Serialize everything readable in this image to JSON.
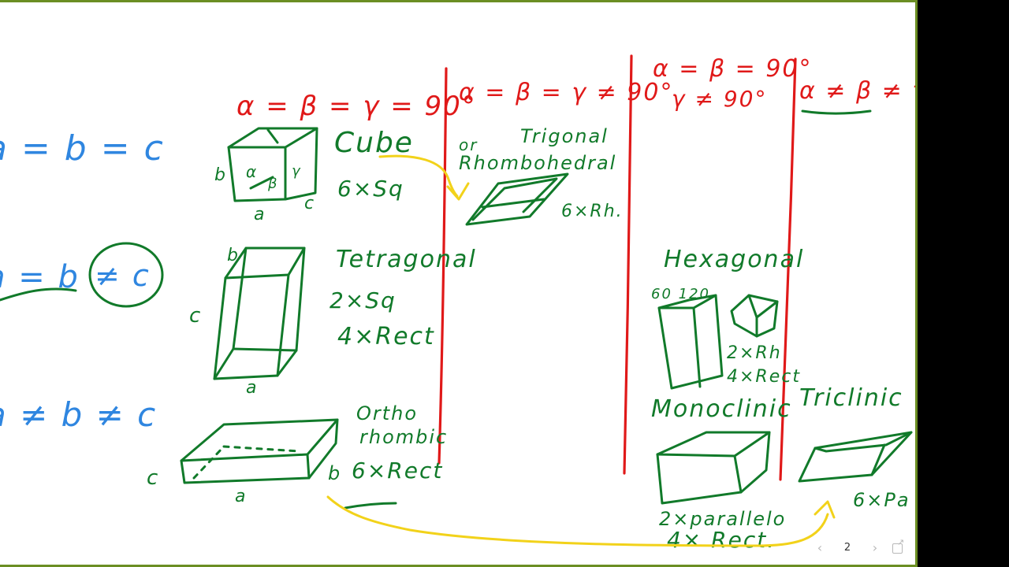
{
  "board": {
    "headers": {
      "col1": "α = β = γ = 90°",
      "col2": "α = β = γ ≠ 90°",
      "col3_line1": "α = β = 90°",
      "col3_line2": "γ ≠ 90°",
      "col4": "α ≠ β ≠ γ"
    },
    "left_conditions": {
      "row1": "a = b = c",
      "row2_eq": "a = b",
      "row2_ne": "≠ c",
      "row3": "a ≠ b ≠ c"
    },
    "cube": {
      "name": "Cube",
      "faces": "6×Sq",
      "alpha": "α",
      "beta": "β",
      "gamma": "γ",
      "edge_a": "a",
      "edge_b": "b",
      "edge_c": "c"
    },
    "trigonal": {
      "prefix": "or",
      "name1": "Trigonal",
      "name2": "Rhombohedral",
      "faces": "6×Rh."
    },
    "tetragonal": {
      "name": "Tetragonal",
      "faces1": "2×Sq",
      "faces2": "4×Rect",
      "edge_a": "a",
      "edge_b": "b",
      "edge_c": "c"
    },
    "orthorhombic": {
      "name1": "Ortho",
      "name2": "rhombic",
      "faces": "6×Rect",
      "edge_a": "a",
      "edge_b": "b",
      "edge_c": "c"
    },
    "hexagonal": {
      "name": "Hexagonal",
      "angles": "60 120",
      "faces1": "2×Rh",
      "faces2": "4×Rect"
    },
    "monoclinic": {
      "name": "Monoclinic",
      "faces1": "2×parallelo",
      "faces2": "4× Rect."
    },
    "triclinic": {
      "name": "Triclinic",
      "faces": "6×Pa"
    }
  },
  "pager": {
    "prev": "‹",
    "page": "2",
    "next": "›"
  },
  "colors": {
    "red": "#e01919",
    "green": "#117a2a",
    "blue": "#2f86e0",
    "yellow": "#f2d21a"
  }
}
